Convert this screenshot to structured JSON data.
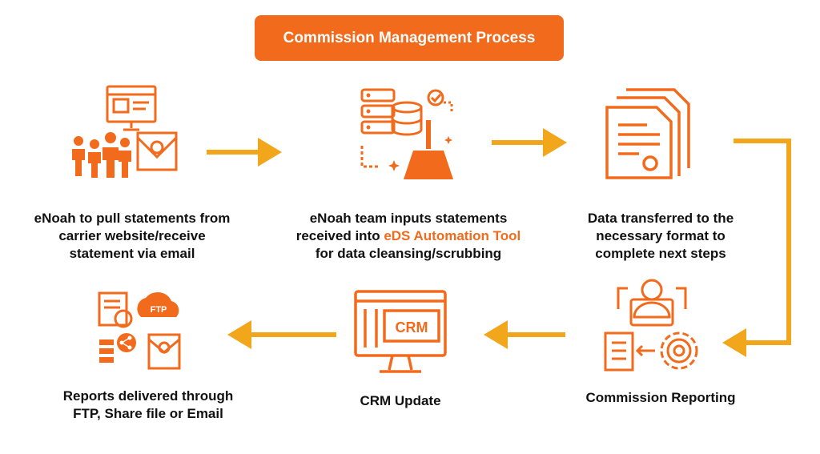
{
  "title": "Commission Management Process",
  "colors": {
    "orange": "#f26a1b",
    "arrow": "#f2a61b",
    "text": "#111111"
  },
  "steps": [
    {
      "id": "pull",
      "icon": "team-email-monitor-icon",
      "lines": [
        "eNoah to pull statements from",
        "carrier website/receive",
        "statement via email"
      ]
    },
    {
      "id": "input",
      "icon": "database-cleansing-icon",
      "line1": "eNoah team inputs statements",
      "line2_pre": "received into ",
      "line2_hl": "eDS Automation Tool",
      "line3": "for data cleansing/scrubbing"
    },
    {
      "id": "transfer",
      "icon": "documents-icon",
      "lines": [
        "Data transferred to the",
        "necessary format to",
        "complete next steps"
      ]
    },
    {
      "id": "reporting",
      "icon": "reporting-gear-icon",
      "lines": [
        "Commission Reporting"
      ]
    },
    {
      "id": "crm",
      "icon": "crm-monitor-icon",
      "lines": [
        "CRM Update"
      ],
      "screen_text": "CRM"
    },
    {
      "id": "delivery",
      "icon": "delivery-channels-icon",
      "lines": [
        "Reports delivered through",
        "FTP, Share file or Email"
      ],
      "cloud_text": "FTP"
    }
  ]
}
